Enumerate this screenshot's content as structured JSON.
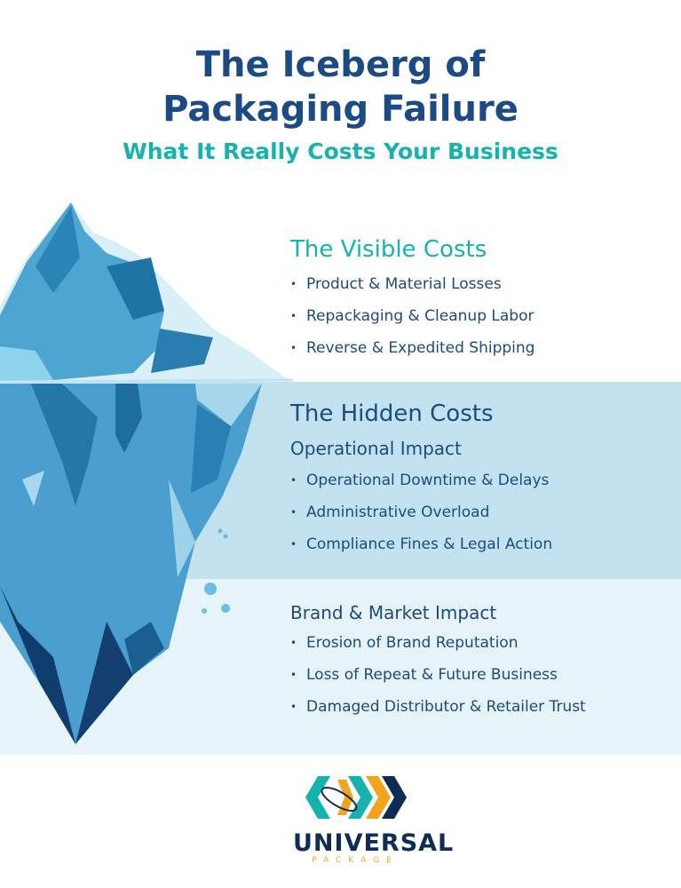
{
  "header": {
    "title_line1": "The Iceberg of",
    "title_line2": "Packaging Failure",
    "subtitle": "What It Really Costs Your Business"
  },
  "visible": {
    "heading": "The Visible Costs",
    "items": [
      "Product & Material Losses",
      "Repackaging & Cleanup Labor",
      "Reverse & Expedited Shipping"
    ]
  },
  "hidden": {
    "heading": "The Hidden Costs",
    "operational": {
      "heading": "Operational Impact",
      "items": [
        "Operational Downtime & Delays",
        "Administrative Overload",
        "Compliance Fines & Legal Action"
      ]
    },
    "brand": {
      "heading": "Brand & Market Impact",
      "items": [
        "Erosion of Brand Reputation",
        "Loss of Repeat & Future Business",
        "Damaged Distributor & Retailer Trust"
      ]
    }
  },
  "logo": {
    "name": "UNIVERSAL",
    "sub": "PACKAGE"
  },
  "colors": {
    "title": "#1c4a85",
    "accent": "#15b3ae",
    "band_hidden": "#c2e2ef",
    "band_brand": "#e6f3f8"
  }
}
